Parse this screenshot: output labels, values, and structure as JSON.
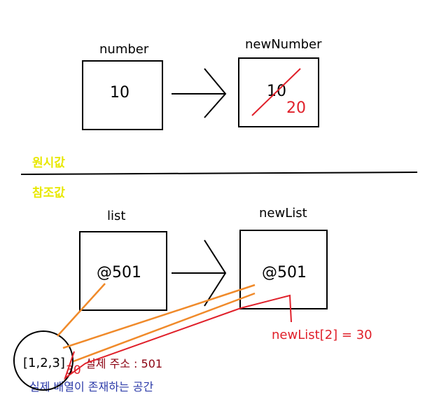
{
  "primitive": {
    "section_label": "원시값",
    "source_label": "number",
    "source_value": "10",
    "target_label": "newNumber",
    "target_old_value": "10",
    "target_new_value": "20"
  },
  "reference": {
    "section_label": "참조값",
    "source_label": "list",
    "source_value": "@501",
    "target_label": "newList",
    "target_value": "@501",
    "assignment": "newList[2] = 30",
    "array_literal": "[1,2,3]",
    "array_new_element": "30",
    "address_note": "실제 주소 : 501",
    "space_note": "실제 배열이 존재하는 공간"
  },
  "colors": {
    "red": "#e0202a",
    "orange": "#f08a2a",
    "dark_red": "#8b0010",
    "blue": "#2b3aa8",
    "yellow": "#e8e800"
  }
}
